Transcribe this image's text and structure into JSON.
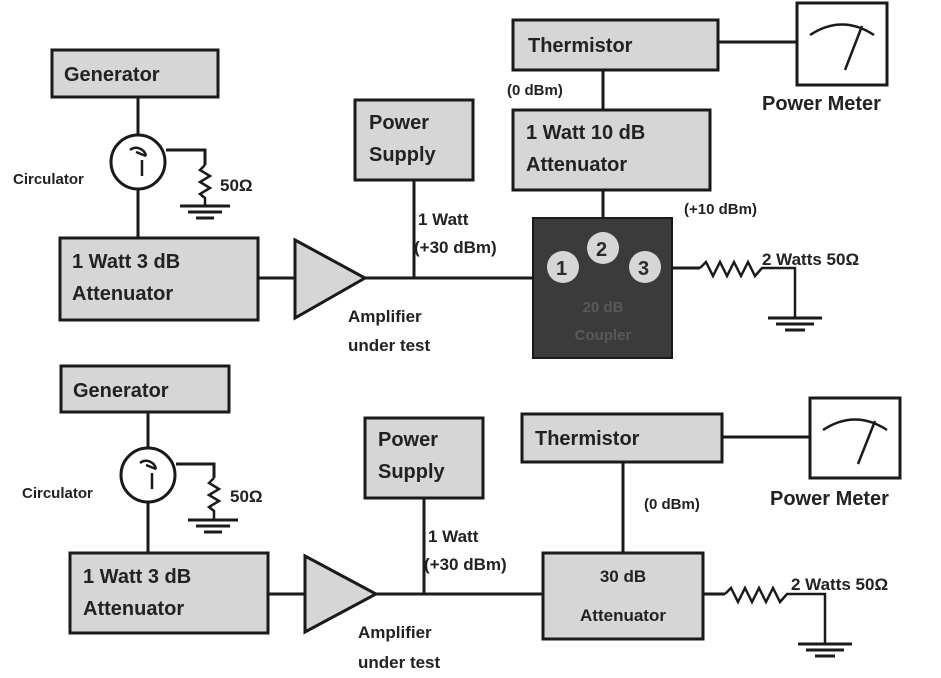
{
  "top": {
    "generator": "Generator",
    "circulator": "Circulator",
    "load": "50Ω",
    "atten_line1": "1 Watt 3 dB",
    "atten_line2": "Attenuator",
    "amp_line1": "Amplifier",
    "amp_line2": "under test",
    "psu_line1": "Power",
    "psu_line2": "Supply",
    "power_line1": "1 Watt",
    "power_line2": "(+30 dBm)",
    "coupler_port1": "1",
    "coupler_port2": "2",
    "coupler_port3": "3",
    "coupler_line1": "20 dB",
    "coupler_line2": "Coupler",
    "coupled_power": "(+10 dBm)",
    "term_load": "2 Watts 50Ω",
    "atten2_line1": "1 Watt 10 dB",
    "atten2_line2": "Attenuator",
    "thermistor_power": "(0 dBm)",
    "thermistor": "Thermistor",
    "meter": "Power Meter"
  },
  "bottom": {
    "generator": "Generator",
    "circulator": "Circulator",
    "load": "50Ω",
    "atten_line1": "1 Watt 3 dB",
    "atten_line2": "Attenuator",
    "amp_line1": "Amplifier",
    "amp_line2": "under test",
    "psu_line1": "Power",
    "psu_line2": "Supply",
    "power_line1": "1 Watt",
    "power_line2": "(+30 dBm)",
    "atten30_line1": "30 dB",
    "atten30_line2": "Attenuator",
    "term_load": "2 Watts 50Ω",
    "thermistor_power": "(0 dBm)",
    "thermistor": "Thermistor",
    "meter": "Power Meter"
  },
  "colors": {
    "box_fill": "#d6d6d6",
    "coupler_fill": "#3b3b3b",
    "port_fill": "#d6d6d6",
    "ink": "#1a1a1a"
  }
}
